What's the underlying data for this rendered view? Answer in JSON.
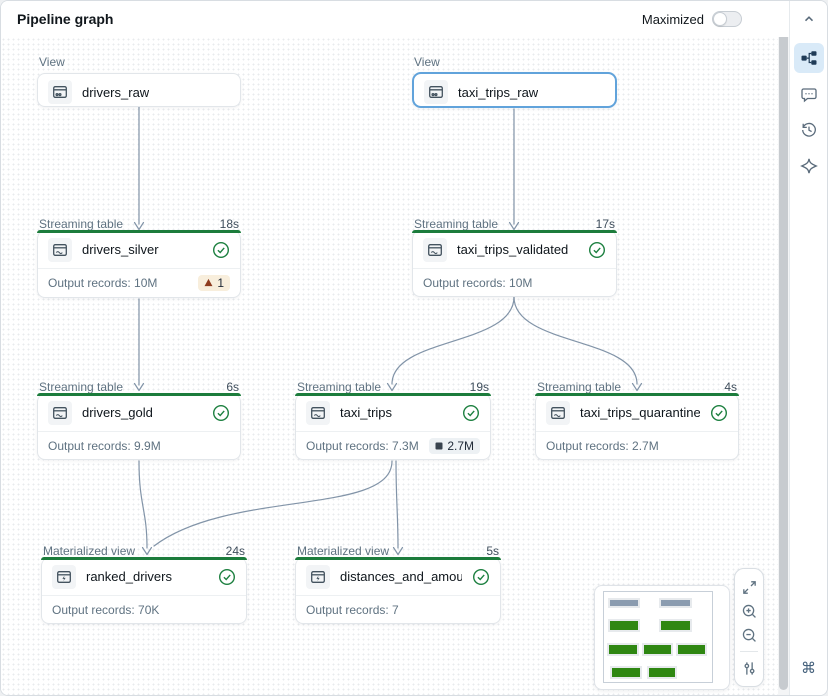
{
  "header": {
    "title": "Pipeline graph",
    "maximized_label": "Maximized",
    "maximized_state": "off"
  },
  "graph": {
    "nodes": [
      {
        "type_label": "View",
        "name": "drivers_raw",
        "icon": "table-view-icon"
      },
      {
        "type_label": "View",
        "name": "taxi_trips_raw",
        "icon": "table-view-icon",
        "selected": true
      },
      {
        "type_label": "Streaming table",
        "name": "drivers_silver",
        "duration": "18s",
        "records_label": "Output records: 10M",
        "status": "success",
        "icon": "streaming-table-icon",
        "badge": {
          "kind": "warning",
          "text": "1"
        }
      },
      {
        "type_label": "Streaming table",
        "name": "taxi_trips_validated",
        "duration": "17s",
        "records_label": "Output records: 10M",
        "status": "success",
        "icon": "streaming-table-icon"
      },
      {
        "type_label": "Streaming table",
        "name": "drivers_gold",
        "duration": "6s",
        "records_label": "Output records: 9.9M",
        "status": "success",
        "icon": "streaming-table-icon"
      },
      {
        "type_label": "Streaming table",
        "name": "taxi_trips",
        "duration": "19s",
        "records_label": "Output records: 7.3M",
        "status": "success",
        "icon": "streaming-table-icon",
        "badge": {
          "kind": "metric",
          "text": "2.7M"
        }
      },
      {
        "type_label": "Streaming table",
        "name": "taxi_trips_quarantine",
        "duration": "4s",
        "records_label": "Output records: 2.7M",
        "status": "success",
        "icon": "streaming-table-icon"
      },
      {
        "type_label": "Materialized view",
        "name": "ranked_drivers",
        "duration": "24s",
        "records_label": "Output records: 70K",
        "status": "success",
        "icon": "materialized-view-icon"
      },
      {
        "type_label": "Materialized view",
        "name": "distances_and_amounts_b...",
        "duration": "5s",
        "records_label": "Output records: 7",
        "status": "success",
        "icon": "materialized-view-icon"
      }
    ],
    "edges": [
      {
        "from": "drivers_raw",
        "to": "drivers_silver"
      },
      {
        "from": "taxi_trips_raw",
        "to": "taxi_trips_validated"
      },
      {
        "from": "drivers_silver",
        "to": "drivers_gold"
      },
      {
        "from": "taxi_trips_validated",
        "to": "taxi_trips"
      },
      {
        "from": "taxi_trips_validated",
        "to": "taxi_trips_quarantine"
      },
      {
        "from": "drivers_gold",
        "to": "ranked_drivers"
      },
      {
        "from": "taxi_trips",
        "to": "ranked_drivers"
      },
      {
        "from": "taxi_trips",
        "to": "distances_and_amounts_b..."
      }
    ]
  },
  "minimap": {
    "rows": [
      {
        "color": "gray",
        "bars": 2
      },
      {
        "color": "green",
        "bars": 2
      },
      {
        "color": "green",
        "bars": 3
      },
      {
        "color": "green",
        "bars": 2
      }
    ]
  },
  "zoom_controls": {
    "items": [
      "fit-to-screen",
      "zoom-in",
      "zoom-out",
      "display-settings"
    ]
  },
  "sidebar": {
    "collapse_icon": "chevron-up-icon",
    "items": [
      {
        "icon": "pipeline-graph-icon",
        "active": true
      },
      {
        "icon": "comments-icon",
        "active": false
      },
      {
        "icon": "history-icon",
        "active": false
      },
      {
        "icon": "assistant-sparkle-icon",
        "active": false
      }
    ],
    "shortcut_glyph": "⌘"
  },
  "colors": {
    "success_green": "#1c7c3c",
    "selection_blue": "#61a3db",
    "edge_gray": "#8294a8",
    "warning_badge_bg": "#f8eedc",
    "warning_icon": "#8e3b1e",
    "metric_badge_bg": "#edf1f4",
    "minimap_green": "#2f8712",
    "minimap_gray": "#8b9cb0",
    "sidebar_active_bg": "#d9eaf8"
  }
}
